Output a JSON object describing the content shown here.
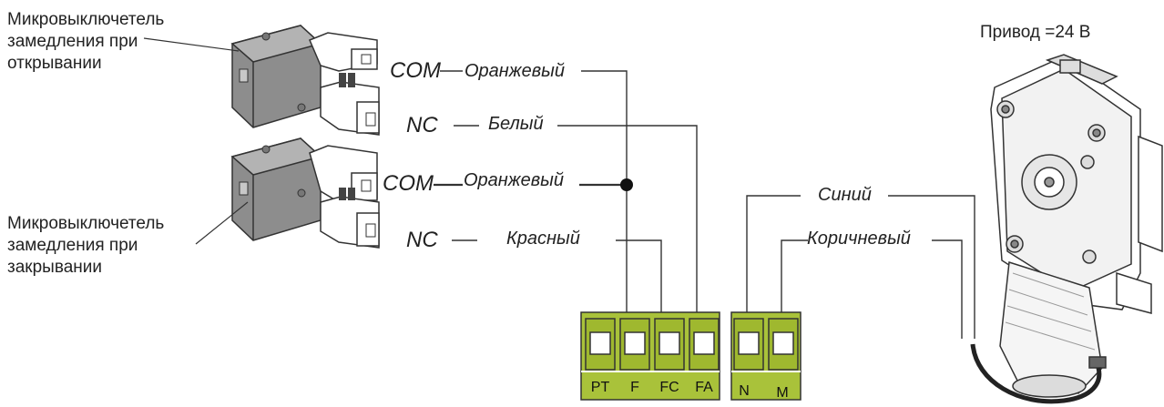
{
  "captions": {
    "open_switch": [
      "Микровыключетель",
      "замедления при",
      "открывании"
    ],
    "close_switch": [
      "Микровыключетель",
      "замедления при",
      "закрывании"
    ],
    "drive": "Привод =24 В"
  },
  "contacts": {
    "com1": "COM",
    "nc1": "NC",
    "com2": "COM",
    "nc2": "NC"
  },
  "wires": {
    "orange1": "Оранжевый",
    "white": "Белый",
    "orange2": "Оранжевый",
    "red": "Красный",
    "blue": "Синий",
    "brown": "Коричневый"
  },
  "terminals": {
    "block_a": [
      "PT",
      "F",
      "FC",
      "FA"
    ],
    "block_b": [
      "N",
      "M"
    ]
  },
  "colors": {
    "terminal_green": "#a9c23a",
    "switch_gray": "#8c8c8c",
    "line": "#333333"
  }
}
